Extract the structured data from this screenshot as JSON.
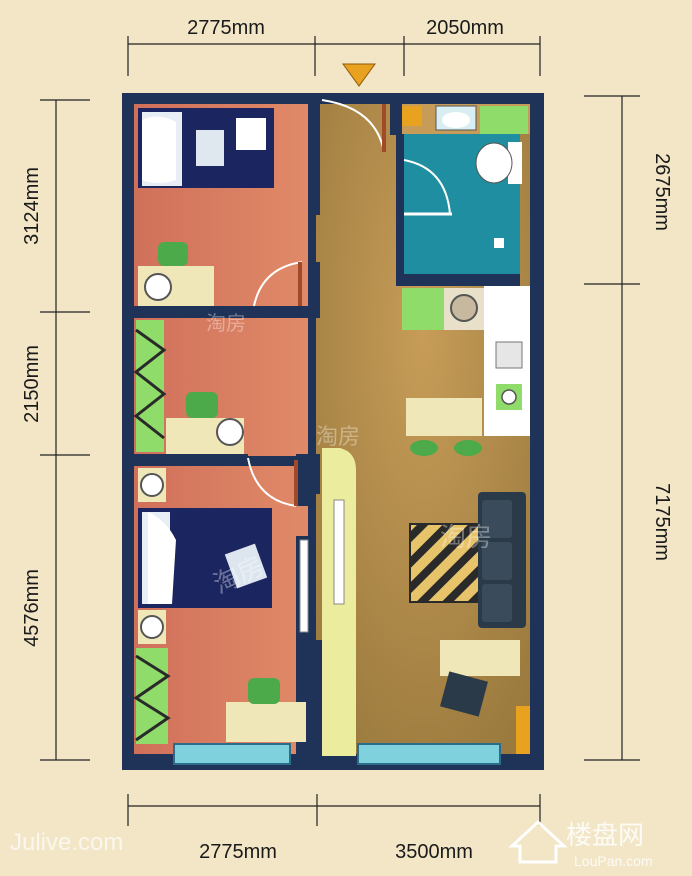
{
  "dimensions": {
    "top_left": "2775mm",
    "top_right": "2050mm",
    "bottom_left": "2775mm",
    "bottom_right": "3500mm",
    "left_top": "3124mm",
    "left_middle": "2150mm",
    "left_bottom": "4576mm",
    "right_top": "2675mm",
    "right_bottom": "7175mm"
  },
  "watermarks": {
    "site_left": "Julive.com",
    "site_right_cn": "楼盘网",
    "site_right_en": "LouPan.com",
    "inner": "淘房"
  },
  "colors": {
    "wall": "#1f3358",
    "bedroom_floor": "#d9785b",
    "living_floor": "#b88d4c",
    "bathroom": "#1f8ea0",
    "furniture_light": "#f0e7b9",
    "chair_green": "#4caa4a",
    "window": "#7fd1de"
  },
  "icons": {
    "entry": "entry-arrow-icon",
    "logo": "loupan-house-logo"
  }
}
